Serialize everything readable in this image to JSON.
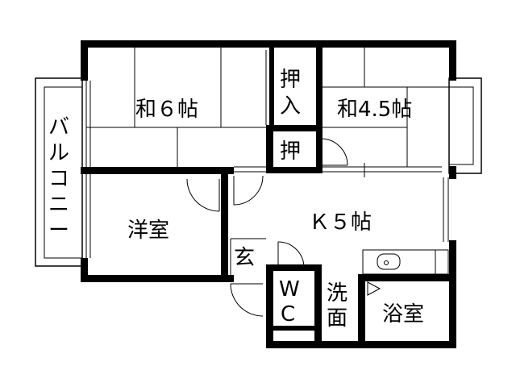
{
  "rooms": {
    "washitsu6": "和６帖",
    "oshiire_upper_1": "押",
    "oshiire_upper_2": "入",
    "washitsu45": "和4.5帖",
    "oshiire_small": "押",
    "balcony": [
      "バ",
      "ル",
      "コ",
      "ニ",
      "ー"
    ],
    "youshitsu": "洋室",
    "kitchen": "Ｋ５帖",
    "genkan": "玄",
    "wc_1": "W",
    "wc_2": "C",
    "senmen_1": "洗",
    "senmen_2": "面",
    "yokushitsu": "浴室"
  },
  "colors": {
    "wall": "#000000",
    "line": "#000000",
    "background": "#ffffff"
  }
}
